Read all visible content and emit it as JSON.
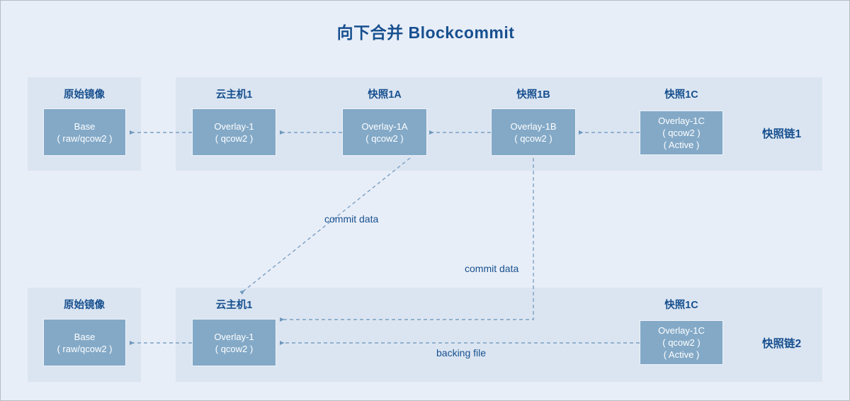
{
  "title": "向下合并 Blockcommit",
  "chains": [
    {
      "id": "chain1",
      "label": "快照链1",
      "groups": [
        {
          "title": "原始镜像",
          "node": {
            "lines": [
              "Base",
              "( raw/qcow2 )"
            ]
          }
        },
        {
          "title": "云主机1",
          "node": {
            "lines": [
              "Overlay-1",
              "( qcow2 )"
            ]
          }
        },
        {
          "title": "快照1A",
          "node": {
            "lines": [
              "Overlay-1A",
              "( qcow2 )"
            ]
          }
        },
        {
          "title": "快照1B",
          "node": {
            "lines": [
              "Overlay-1B",
              "( qcow2 )"
            ]
          }
        },
        {
          "title": "快照1C",
          "node": {
            "lines": [
              "Overlay-1C",
              "( qcow2 )",
              "( Active )"
            ]
          }
        }
      ]
    },
    {
      "id": "chain2",
      "label": "快照链2",
      "groups": [
        {
          "title": "原始镜像",
          "node": {
            "lines": [
              "Base",
              "( raw/qcow2 )"
            ]
          }
        },
        {
          "title": "云主机1",
          "node": {
            "lines": [
              "Overlay-1",
              "( qcow2 )"
            ]
          }
        },
        {
          "title": "快照1C",
          "node": {
            "lines": [
              "Overlay-1C",
              "( qcow2 )",
              "( Active )"
            ]
          }
        }
      ]
    }
  ],
  "edge_labels": {
    "commit_data_1": "commit data",
    "commit_data_2": "commit data",
    "backing_file": "backing file"
  },
  "colors": {
    "page_background": "#e8eef8",
    "panel_background": "#dbe5f1",
    "node_fill": "#83a9c7",
    "node_text": "#ffffff",
    "heading_text": "#17508f",
    "arrow_stroke": "#7ba0c4",
    "frame_border": "#b9bcc0"
  }
}
